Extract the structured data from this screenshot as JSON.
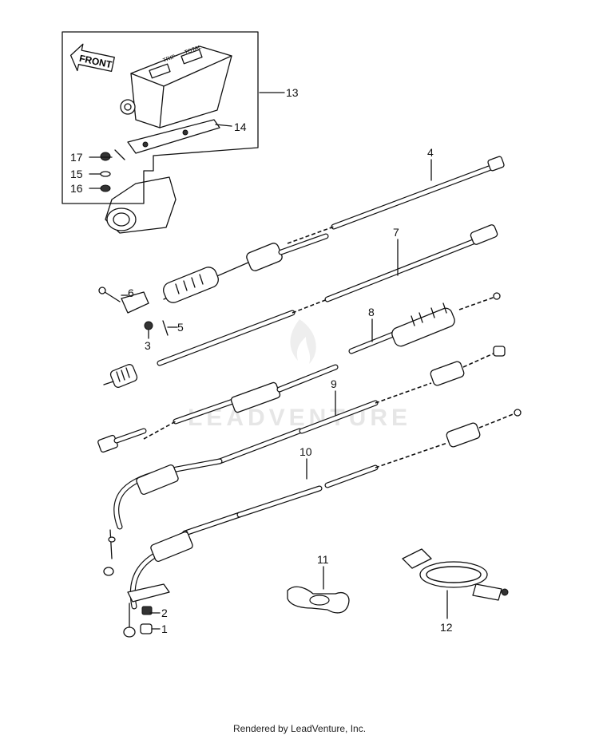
{
  "callouts": {
    "c1": "1",
    "c2": "2",
    "c3": "3",
    "c4": "4",
    "c5": "5",
    "c6": "6",
    "c7": "7",
    "c8": "8",
    "c9": "9",
    "c10": "10",
    "c11": "11",
    "c12": "12",
    "c13": "13",
    "c14": "14",
    "c15": "15",
    "c16": "16",
    "c17": "17"
  },
  "inset": {
    "front_label": "FRONT",
    "meter_label_left": "TRIP",
    "meter_label_right": "TOTAL"
  },
  "watermark": "LEADVENTURE",
  "footer": "Rendered by LeadVenture, Inc."
}
